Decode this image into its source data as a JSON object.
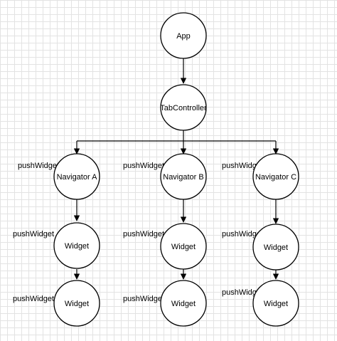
{
  "nodes": [
    {
      "id": "app",
      "label": "App"
    },
    {
      "id": "tab",
      "label": "TabController"
    },
    {
      "id": "navA",
      "label": "Navigator A"
    },
    {
      "id": "navB",
      "label": "Navigator B"
    },
    {
      "id": "navC",
      "label": "Navigator C"
    },
    {
      "id": "wA1",
      "label": "Widget"
    },
    {
      "id": "wB1",
      "label": "Widget"
    },
    {
      "id": "wC1",
      "label": "Widget"
    },
    {
      "id": "wA2",
      "label": "Widget"
    },
    {
      "id": "wB2",
      "label": "Widget"
    },
    {
      "id": "wC2",
      "label": "Widget"
    }
  ],
  "edges": [
    {
      "from": "app",
      "to": "tab"
    },
    {
      "from": "tab",
      "to": "navA",
      "label": "pushWidget"
    },
    {
      "from": "tab",
      "to": "navB",
      "label": "pushWidget"
    },
    {
      "from": "tab",
      "to": "navC",
      "label": "pushWidget"
    },
    {
      "from": "navA",
      "to": "wA1",
      "label": "pushWidget"
    },
    {
      "from": "navB",
      "to": "wB1",
      "label": "pushWidget"
    },
    {
      "from": "navC",
      "to": "wC1",
      "label": "pushWidget"
    },
    {
      "from": "wA1",
      "to": "wA2",
      "label": "pushWidget"
    },
    {
      "from": "wB1",
      "to": "wB2",
      "label": "pushWidget"
    },
    {
      "from": "wC1",
      "to": "wC2",
      "label": "pushWidget"
    }
  ]
}
